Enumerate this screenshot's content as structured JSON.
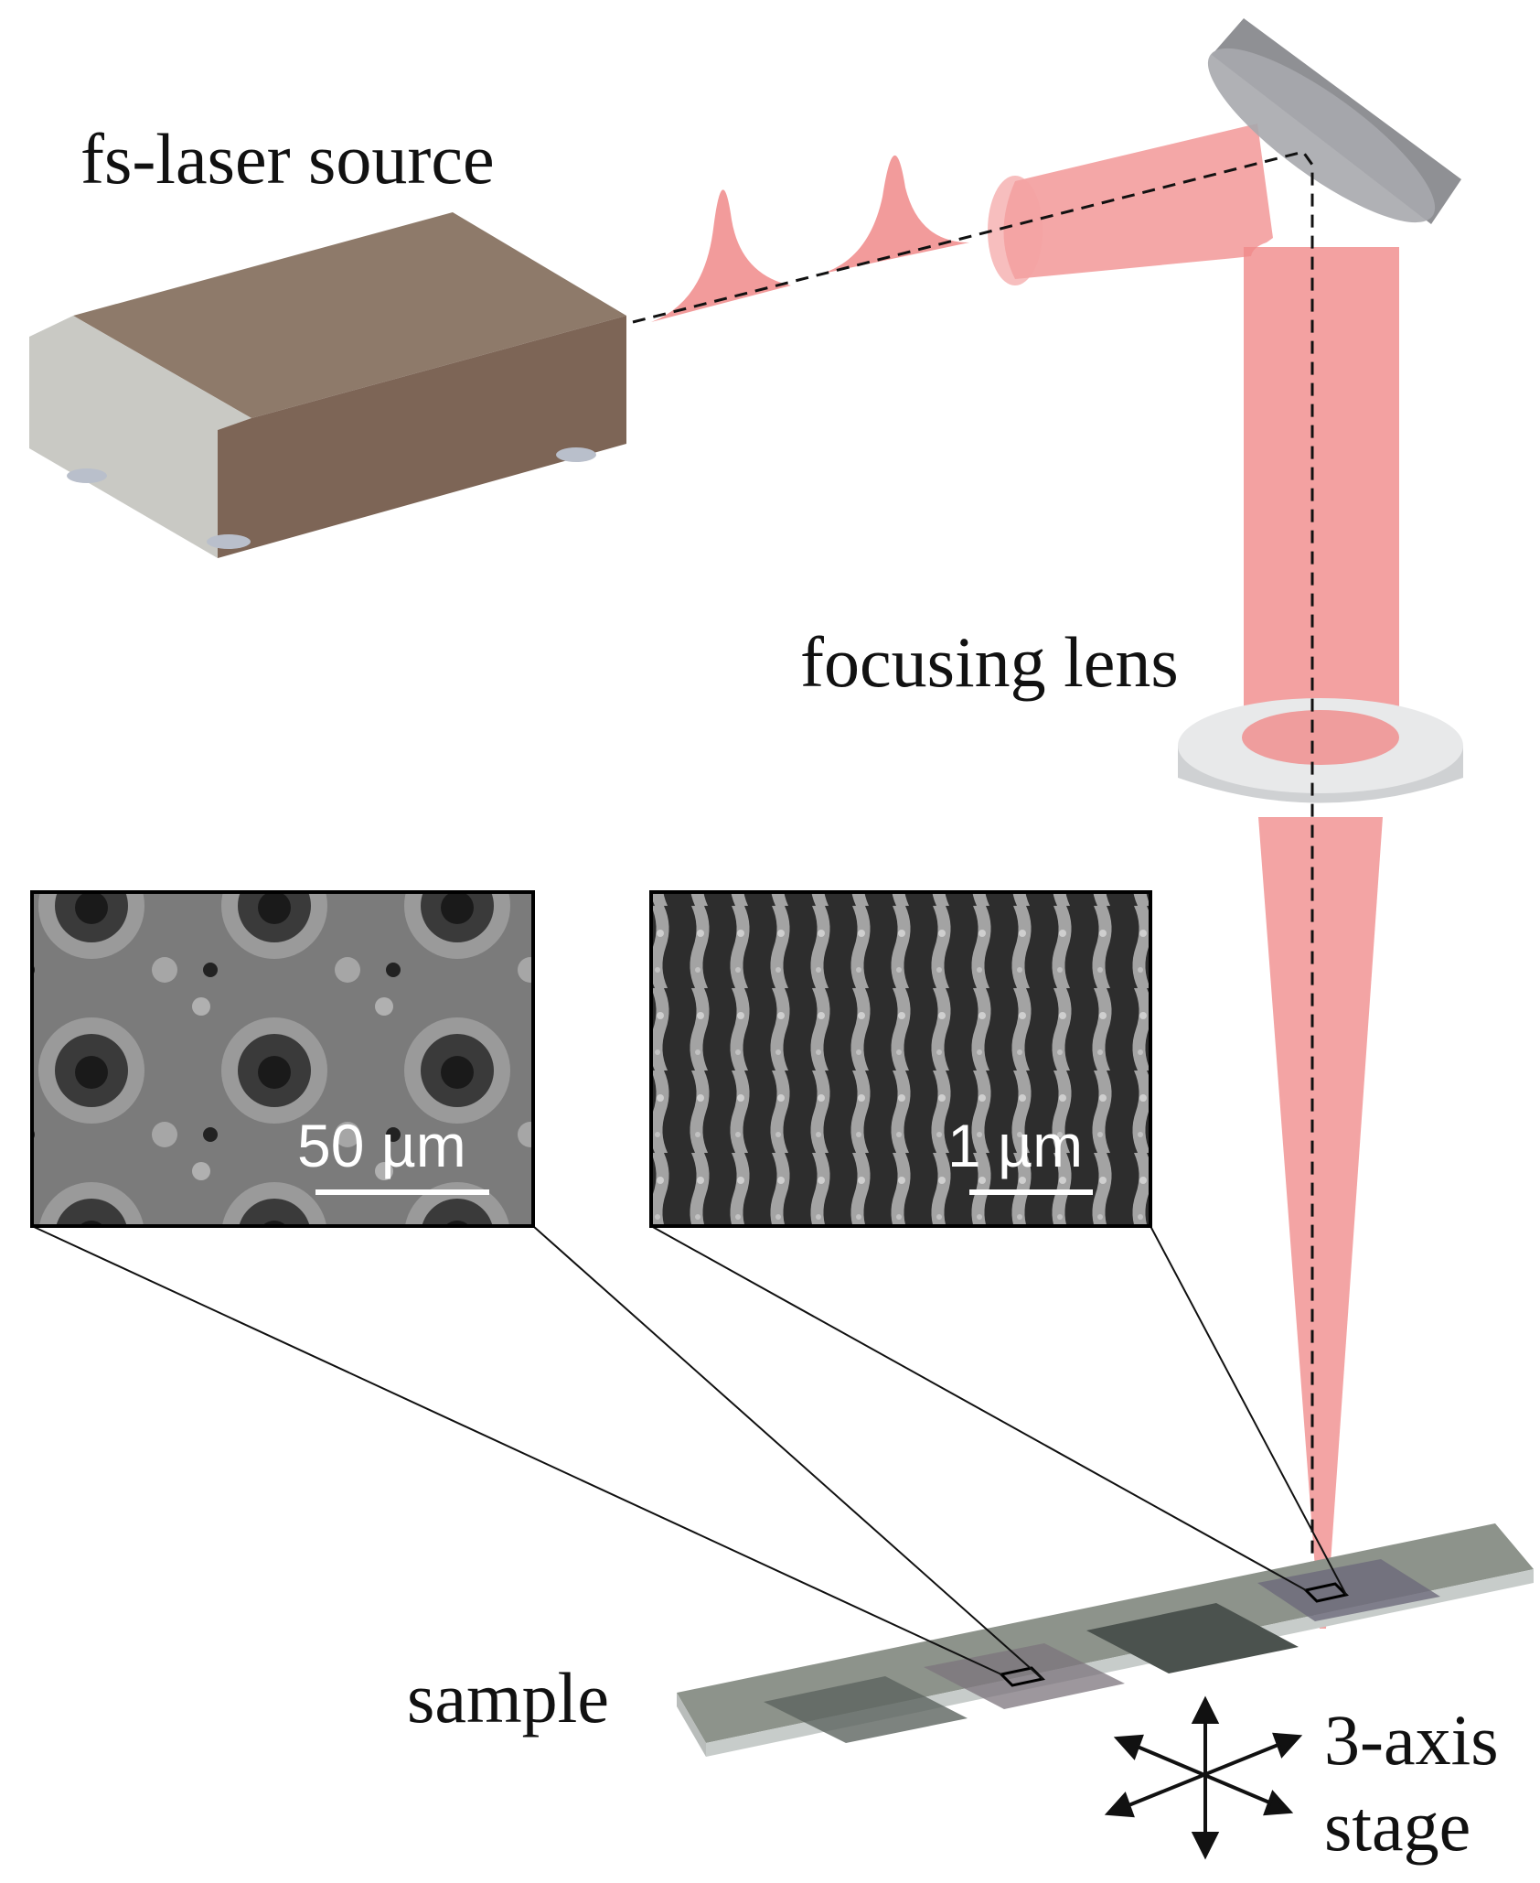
{
  "labels": {
    "laser_source": "fs-laser source",
    "focusing_lens": "focusing lens",
    "sample": "sample",
    "stage_line1": "3-axis",
    "stage_line2": "stage"
  },
  "insets": {
    "left_scale": "50 µm",
    "right_scale": "1 µm"
  },
  "colors": {
    "beam": "#f08a8a",
    "laser_front": "#7d6556",
    "laser_top": "#8e7a6a",
    "laser_side": "#c9c9c4",
    "lens": "#e8e9ea",
    "mirror": "#8f9094",
    "sample": "#8d938b",
    "patch": "#5d645f"
  }
}
